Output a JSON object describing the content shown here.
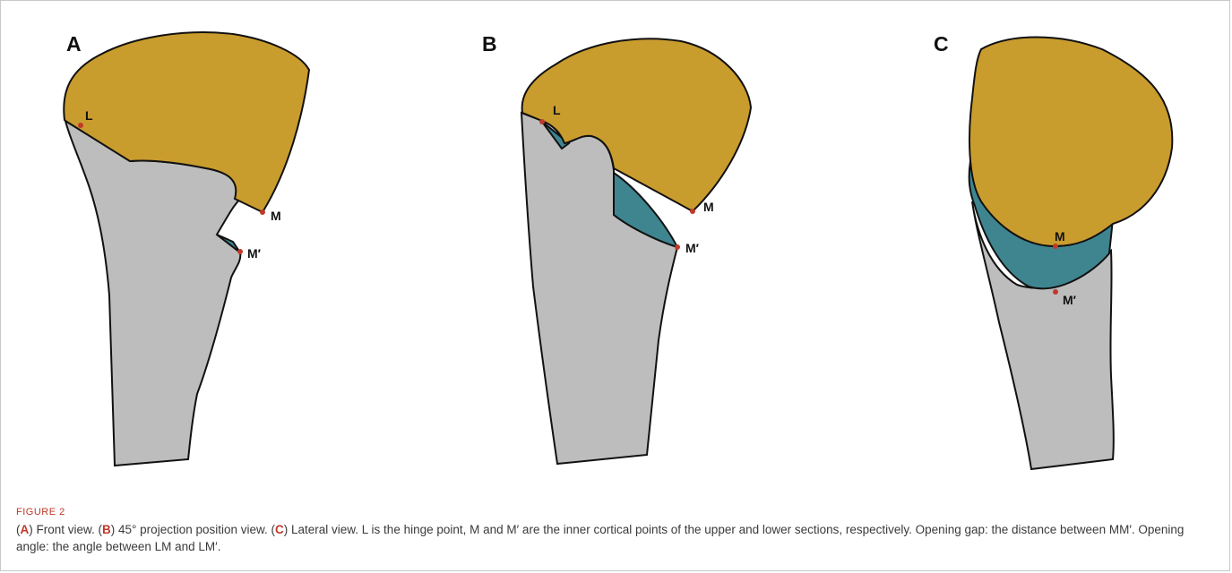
{
  "figure": {
    "panels": [
      {
        "letter": "A",
        "points": {
          "L": "L",
          "M": "M",
          "M2": "M′"
        }
      },
      {
        "letter": "B",
        "points": {
          "L": "L",
          "M": "M",
          "M2": "M′"
        }
      },
      {
        "letter": "C",
        "points": {
          "M": "M",
          "M2": "M′"
        }
      }
    ],
    "colors": {
      "upper_fragment": "#C99C2E",
      "wedge_gap": "#3E8590",
      "bone": "#BDBDBD",
      "outline": "#111111",
      "point": "#C0392B"
    },
    "caption": {
      "label": "FIGURE 2",
      "seg1_letter": "A",
      "seg1_text": ") Front view. (",
      "seg2_letter": "B",
      "seg2_text": ") 45° projection position view. (",
      "seg3_letter": "C",
      "seg3_text": ") Lateral view. L is the hinge point, M and M′ are the inner cortical points of the upper and lower sections, respectively. Opening gap: the distance between MM′. Opening angle: the angle between LM and LM′."
    }
  }
}
